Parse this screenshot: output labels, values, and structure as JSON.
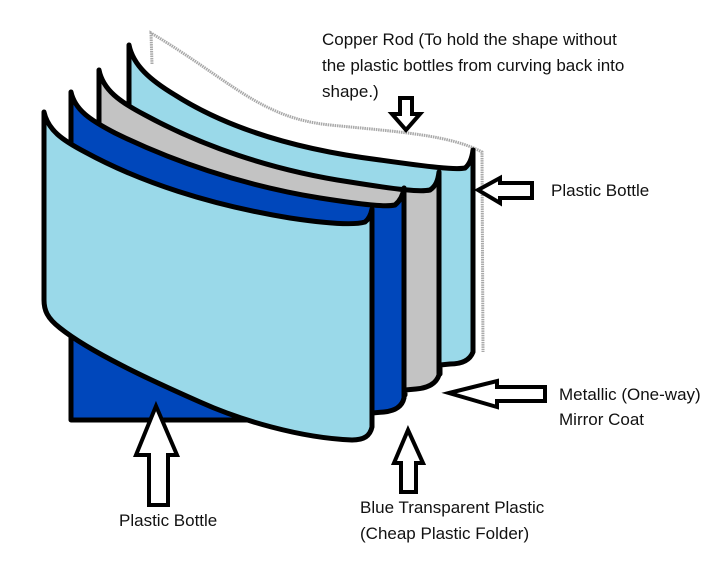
{
  "title": "Layered curved panel diagram",
  "colors": {
    "plastic_bottle": "#9ad9e9",
    "blue_plastic": "#0047bb",
    "mirror_coat": "#c3c3c3",
    "outline": "#000000",
    "copper_rod": "#999999"
  },
  "labels": {
    "copper_rod": {
      "line1": "Copper Rod (To hold the shape without",
      "line2": "the plastic bottles from curving back into",
      "line3": "shape.)"
    },
    "plastic_bottle_back": "Plastic Bottle",
    "mirror_coat": {
      "line1": "Metallic (One-way)",
      "line2": "Mirror Coat"
    },
    "blue_plastic": {
      "line1": "Blue Transparent Plastic",
      "line2": "(Cheap Plastic Folder)"
    },
    "plastic_bottle_front": "Plastic Bottle"
  },
  "layers": [
    {
      "name": "copper-rod",
      "material": "Copper Rod"
    },
    {
      "name": "back-plastic-bottle",
      "material": "Plastic Bottle"
    },
    {
      "name": "mirror-coat",
      "material": "Metallic (One-way) Mirror Coat"
    },
    {
      "name": "blue-plastic",
      "material": "Blue Transparent Plastic"
    },
    {
      "name": "front-plastic-bottle",
      "material": "Plastic Bottle"
    }
  ]
}
